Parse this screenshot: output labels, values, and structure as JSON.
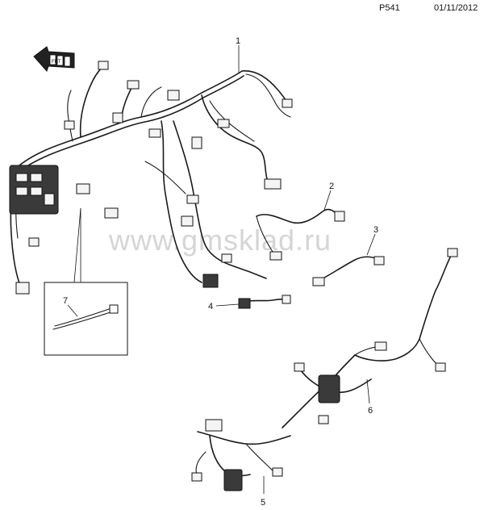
{
  "header": {
    "code": "P541",
    "date": "01/11/2012"
  },
  "watermark": "www.gmsklad.ru",
  "orientation_icon": {
    "name": "front-arrow-icon",
    "label": "FRT"
  },
  "callouts": [
    {
      "id": "1",
      "label": "1"
    },
    {
      "id": "2",
      "label": "2"
    },
    {
      "id": "3",
      "label": "3"
    },
    {
      "id": "4",
      "label": "4"
    },
    {
      "id": "5",
      "label": "5"
    },
    {
      "id": "6",
      "label": "6"
    },
    {
      "id": "7",
      "label": "7"
    }
  ]
}
